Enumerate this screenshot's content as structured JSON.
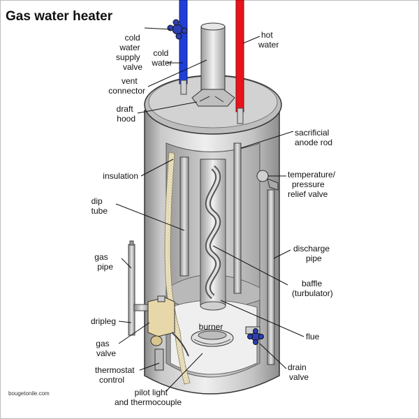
{
  "title": "Gas water heater",
  "credit": "bougetonile.com",
  "labels": {
    "cold_water_supply_valve": [
      "cold",
      "water",
      "supply",
      "valve"
    ],
    "cold_water": [
      "cold",
      "water"
    ],
    "hot_water": [
      "hot",
      "water"
    ],
    "vent_connector": [
      "vent",
      "connector"
    ],
    "draft_hood": [
      "draft",
      "hood"
    ],
    "sacrificial_anode_rod": [
      "sacrificial",
      "anode rod"
    ],
    "insulation": [
      "insulation"
    ],
    "temperature_pressure_relief_valve": [
      "temperature/",
      "pressure",
      "relief valve"
    ],
    "dip_tube": [
      "dip",
      "tube"
    ],
    "gas_pipe": [
      "gas",
      "pipe"
    ],
    "discharge_pipe": [
      "discharge",
      "pipe"
    ],
    "baffle": [
      "baffle",
      "(turbulator)"
    ],
    "dripleg": [
      "dripleg"
    ],
    "burner": [
      "burner"
    ],
    "flue": [
      "flue"
    ],
    "gas_valve": [
      "gas",
      "valve"
    ],
    "thermostat_control": [
      "thermostat",
      "control"
    ],
    "drain_valve": [
      "drain",
      "valve"
    ],
    "pilot_light_and_thermocouple": [
      "pilot light",
      "and thermocouple"
    ]
  },
  "colors": {
    "cold_pipe": "#1f3fd8",
    "hot_pipe": "#e8141b",
    "valve_handle": "#2b3fb5",
    "tank_body": "#d6d6d6",
    "gas_valve_body": "#e8d7a8",
    "insulation": "#efe6c4"
  }
}
